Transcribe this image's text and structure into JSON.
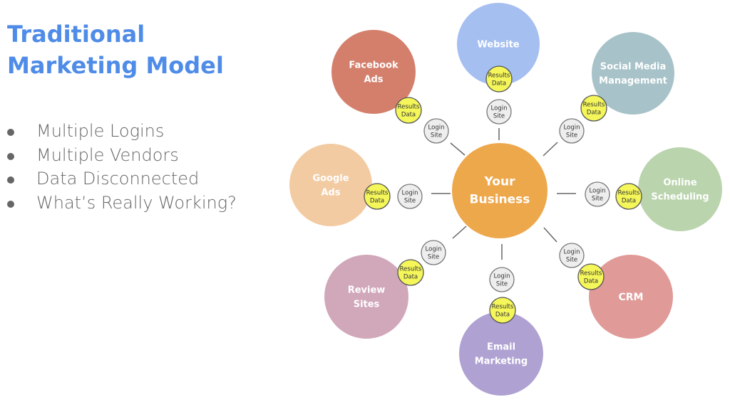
{
  "title": {
    "line1": "Traditional",
    "line2": "Marketing Model",
    "color": "#4f8ce8"
  },
  "bullets": [
    "Multiple Logins",
    "Multiple Vendors",
    "Data Disconnected",
    "What’s Really Working?"
  ],
  "diagram": {
    "center": {
      "label_lines": [
        "Your",
        "Business"
      ],
      "color": "#eda84c"
    },
    "login_label_lines": [
      "Login",
      "Site"
    ],
    "results_label_lines": [
      "Results",
      "Data"
    ],
    "login_color": "#eeeeee",
    "results_color": "#f4f65a",
    "spokes": [
      {
        "id": "website",
        "label_lines": [
          "Website"
        ],
        "color": "#a5bff0",
        "direction": "top"
      },
      {
        "id": "social-media-management",
        "label_lines": [
          "Social Media",
          "Management"
        ],
        "color": "#a7c2c8",
        "direction": "top-right"
      },
      {
        "id": "online-scheduling",
        "label_lines": [
          "Online",
          "Scheduling"
        ],
        "color": "#bad4ad",
        "direction": "right"
      },
      {
        "id": "crm",
        "label_lines": [
          "CRM"
        ],
        "color": "#e09a98",
        "direction": "bottom-right"
      },
      {
        "id": "email-marketing",
        "label_lines": [
          "Email",
          "Marketing"
        ],
        "color": "#afa2d3",
        "direction": "bottom"
      },
      {
        "id": "review-sites",
        "label_lines": [
          "Review",
          "Sites"
        ],
        "color": "#d1a7ba",
        "direction": "bottom-left"
      },
      {
        "id": "google-ads",
        "label_lines": [
          "Google",
          "Ads"
        ],
        "color": "#f3cba2",
        "direction": "left"
      },
      {
        "id": "facebook-ads",
        "label_lines": [
          "Facebook",
          "Ads"
        ],
        "color": "#d47f6c",
        "direction": "top-left"
      }
    ]
  }
}
